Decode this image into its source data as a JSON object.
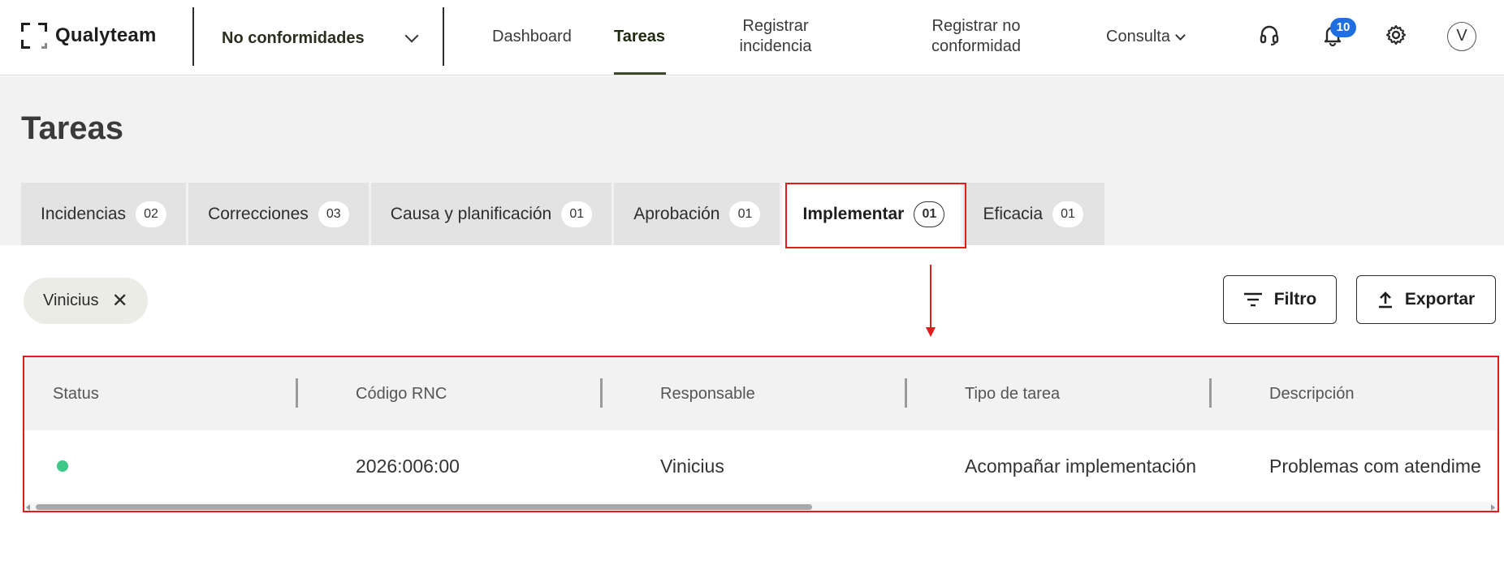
{
  "header": {
    "logo_text": "Qualyteam",
    "module_selector": "No conformidades",
    "nav": [
      {
        "label": "Dashboard"
      },
      {
        "label": "Tareas"
      },
      {
        "label": "Registrar incidencia"
      },
      {
        "label": "Registrar no conformidad"
      },
      {
        "label": "Consulta"
      }
    ],
    "notifications_count": "10",
    "avatar_initial": "V",
    "icons": [
      "headset-icon",
      "bell-icon",
      "gear-icon"
    ]
  },
  "page": {
    "title": "Tareas"
  },
  "tabs": [
    {
      "label": "Incidencias",
      "count": "02"
    },
    {
      "label": "Correcciones",
      "count": "03"
    },
    {
      "label": "Causa y planificación",
      "count": "01"
    },
    {
      "label": "Aprobación",
      "count": "01"
    },
    {
      "label": "Implementar",
      "count": "01",
      "active": true
    },
    {
      "label": "Eficacia",
      "count": "01"
    }
  ],
  "filters": {
    "chip_label": "Vinicius",
    "filter_button": "Filtro",
    "export_button": "Exportar"
  },
  "table": {
    "columns": [
      "Status",
      "Código RNC",
      "Responsable",
      "Tipo de tarea",
      "Descripción"
    ],
    "rows": [
      {
        "status": "green",
        "code": "2026:006:00",
        "responsible": "Vinicius",
        "task_type": "Acompañar implementación",
        "description": "Problemas com atendime"
      }
    ]
  },
  "colors": {
    "highlight": "#e21c1c",
    "status_ok": "#3ec98a",
    "badge": "#1f6fe0"
  }
}
